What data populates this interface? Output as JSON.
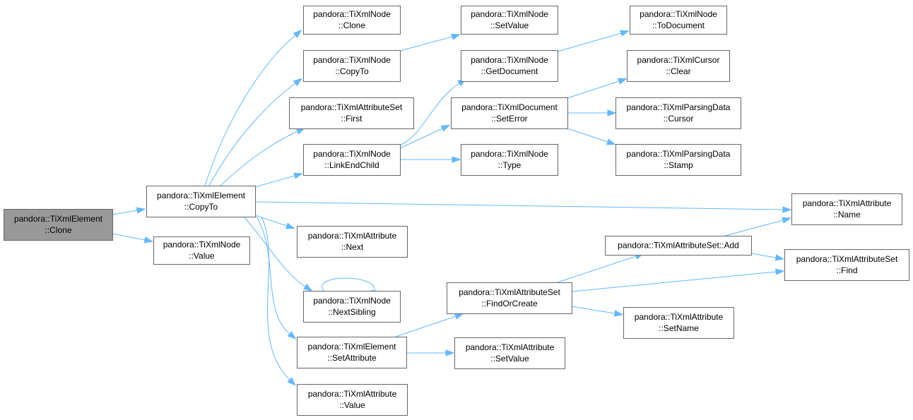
{
  "nodes": [
    {
      "id": "clone",
      "lines": [
        "pandora::TiXmlElement",
        "::Clone"
      ],
      "root": true
    },
    {
      "id": "el_copyto",
      "lines": [
        "pandora::TiXmlElement",
        "::CopyTo"
      ]
    },
    {
      "id": "node_value",
      "lines": [
        "pandora::TiXmlNode",
        "::Value"
      ]
    },
    {
      "id": "node_clone",
      "lines": [
        "pandora::TiXmlNode",
        "::Clone"
      ]
    },
    {
      "id": "node_copyto",
      "lines": [
        "pandora::TiXmlNode",
        "::CopyTo"
      ]
    },
    {
      "id": "attrset_first",
      "lines": [
        "pandora::TiXmlAttributeSet",
        "::First"
      ]
    },
    {
      "id": "linkendchild",
      "lines": [
        "pandora::TiXmlNode",
        "::LinkEndChild"
      ]
    },
    {
      "id": "attr_next",
      "lines": [
        "pandora::TiXmlAttribute",
        "::Next"
      ]
    },
    {
      "id": "nextsibling",
      "lines": [
        "pandora::TiXmlNode",
        "::NextSibling"
      ]
    },
    {
      "id": "el_setattribute",
      "lines": [
        "pandora::TiXmlElement",
        "::SetAttribute"
      ]
    },
    {
      "id": "attr_value",
      "lines": [
        "pandora::TiXmlAttribute",
        "::Value"
      ]
    },
    {
      "id": "node_setvalue",
      "lines": [
        "pandora::TiXmlNode",
        "::SetValue"
      ]
    },
    {
      "id": "getdocument",
      "lines": [
        "pandora::TiXmlNode",
        "::GetDocument"
      ]
    },
    {
      "id": "doc_seterror",
      "lines": [
        "pandora::TiXmlDocument",
        "::SetError"
      ]
    },
    {
      "id": "node_type",
      "lines": [
        "pandora::TiXmlNode",
        "::Type"
      ]
    },
    {
      "id": "findorcreate",
      "lines": [
        "pandora::TiXmlAttributeSet",
        "::FindOrCreate"
      ]
    },
    {
      "id": "attr_setvalue",
      "lines": [
        "pandora::TiXmlAttribute",
        "::SetValue"
      ]
    },
    {
      "id": "todocument",
      "lines": [
        "pandora::TiXmlNode",
        "::ToDocument"
      ]
    },
    {
      "id": "cursor_clear",
      "lines": [
        "pandora::TiXmlCursor",
        "::Clear"
      ]
    },
    {
      "id": "parsing_cursor",
      "lines": [
        "pandora::TiXmlParsingData",
        "::Cursor"
      ]
    },
    {
      "id": "parsing_stamp",
      "lines": [
        "pandora::TiXmlParsingData",
        "::Stamp"
      ]
    },
    {
      "id": "attrset_add",
      "lines": [
        "pandora::TiXmlAttributeSet::Add"
      ]
    },
    {
      "id": "attr_setname",
      "lines": [
        "pandora::TiXmlAttribute",
        "::SetName"
      ]
    },
    {
      "id": "attr_name",
      "lines": [
        "pandora::TiXmlAttribute",
        "::Name"
      ]
    },
    {
      "id": "attrset_find",
      "lines": [
        "pandora::TiXmlAttributeSet",
        "::Find"
      ]
    }
  ],
  "edges": [
    [
      "clone",
      "el_copyto"
    ],
    [
      "clone",
      "node_value"
    ],
    [
      "el_copyto",
      "node_clone"
    ],
    [
      "el_copyto",
      "node_copyto"
    ],
    [
      "el_copyto",
      "attrset_first"
    ],
    [
      "el_copyto",
      "linkendchild"
    ],
    [
      "el_copyto",
      "attr_name"
    ],
    [
      "el_copyto",
      "attr_next"
    ],
    [
      "el_copyto",
      "nextsibling"
    ],
    [
      "el_copyto",
      "el_setattribute"
    ],
    [
      "el_copyto",
      "attr_value"
    ],
    [
      "node_copyto",
      "node_setvalue"
    ],
    [
      "linkendchild",
      "getdocument"
    ],
    [
      "linkendchild",
      "doc_seterror"
    ],
    [
      "linkendchild",
      "node_type"
    ],
    [
      "getdocument",
      "todocument"
    ],
    [
      "doc_seterror",
      "cursor_clear"
    ],
    [
      "doc_seterror",
      "parsing_cursor"
    ],
    [
      "doc_seterror",
      "parsing_stamp"
    ],
    [
      "nextsibling",
      "nextsibling"
    ],
    [
      "el_setattribute",
      "findorcreate"
    ],
    [
      "el_setattribute",
      "attr_setvalue"
    ],
    [
      "findorcreate",
      "attrset_add"
    ],
    [
      "findorcreate",
      "attrset_find"
    ],
    [
      "findorcreate",
      "attr_setname"
    ],
    [
      "attrset_add",
      "attr_name"
    ],
    [
      "attrset_add",
      "attrset_find"
    ]
  ],
  "colors": {
    "edge": "#63b8ff",
    "node_border": "#666666",
    "node_fill": "#ffffff",
    "root_fill": "#999999"
  }
}
